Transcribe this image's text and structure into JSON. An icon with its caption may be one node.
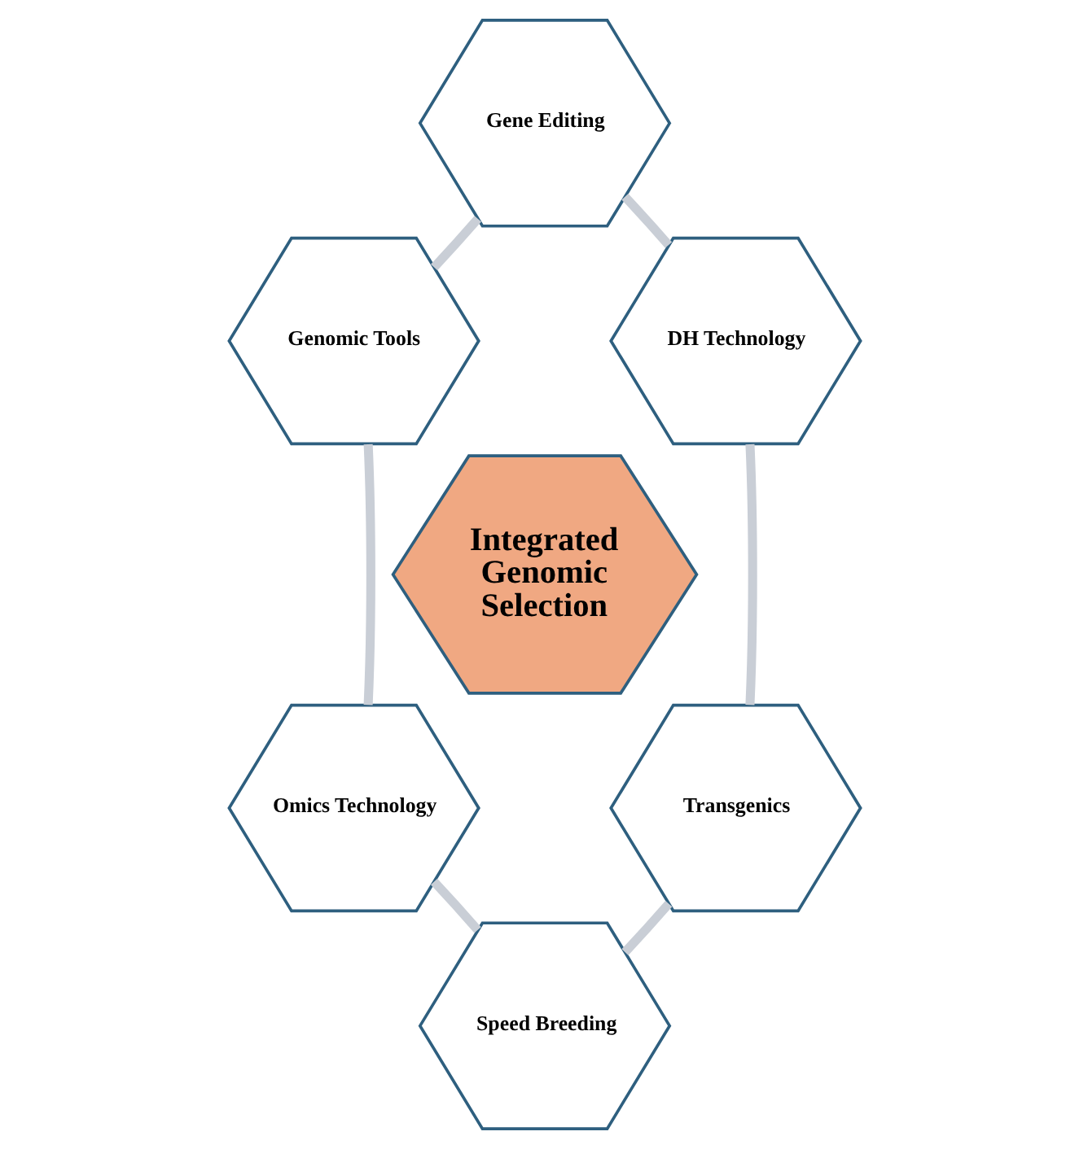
{
  "diagram": {
    "nodes": [
      {
        "text": [
          "Integrated Genomic Selection"
        ]
      },
      {
        "text": [
          "Gene Editing"
        ]
      },
      {
        "text": [
          "Genomic Tools"
        ]
      },
      {
        "text": [
          "Omics Technology"
        ]
      },
      {
        "text": [
          "Speed Breeding"
        ]
      },
      {
        "text": [
          "Transgenics"
        ]
      },
      {
        "text": [
          "DH Technology"
        ]
      }
    ],
    "edges": [
      {
        "from": 1,
        "to": 2,
        "arrow": "none",
        "color": "#c9ced6"
      },
      {
        "from": 2,
        "to": 3,
        "arrow": "none",
        "color": "#c9ced6"
      },
      {
        "from": 3,
        "to": 4,
        "arrow": "none",
        "color": "#c9ced6"
      },
      {
        "from": 4,
        "to": 5,
        "arrow": "none",
        "color": "#c9ced6"
      },
      {
        "from": 5,
        "to": 6,
        "arrow": "none",
        "color": "#c9ced6"
      },
      {
        "from": 6,
        "to": 1,
        "arrow": "none",
        "color": "#c9ced6"
      }
    ]
  }
}
